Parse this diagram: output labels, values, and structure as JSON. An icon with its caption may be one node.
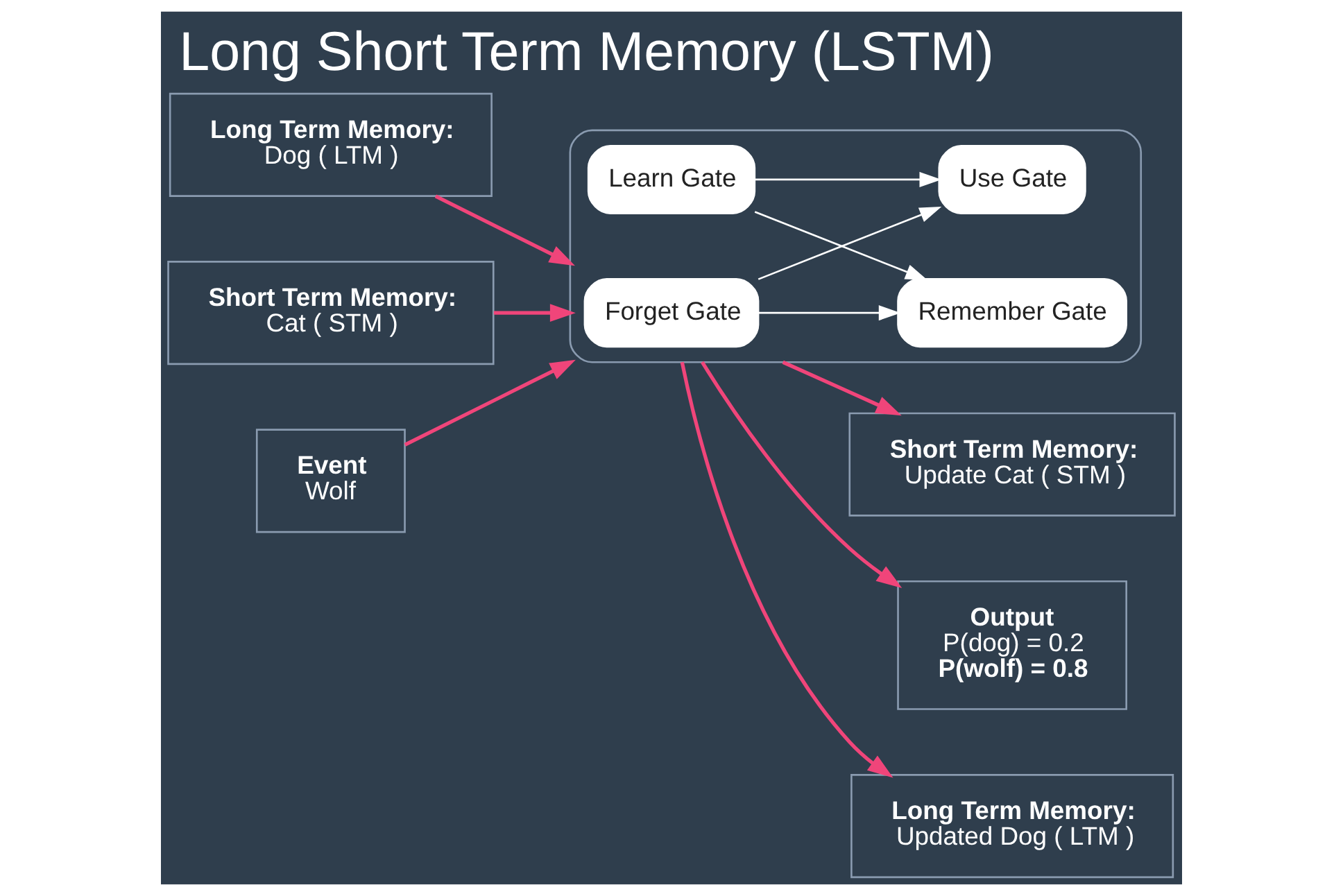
{
  "diagram": {
    "title": "Long Short Term Memory (LSTM)",
    "nodes": [
      {
        "text": [
          "Output",
          "P(dog) = 0.2",
          "P(wolf) = 0.8"
        ]
      },
      {
        "text": [
          "Long Term Memory:",
          "Dog ( LTM )"
        ]
      },
      {
        "text": [
          "Short Term Memory:",
          "Cat ( STM )"
        ]
      },
      {
        "text": [],
        "shape": "box"
      },
      {
        "text": [
          "Forget Gate"
        ],
        "in": 3
      },
      {
        "text": [
          "Remember Gate"
        ],
        "in": 3
      },
      {
        "text": [
          "Learn Gate"
        ],
        "in": 3
      },
      {
        "text": [
          "Use Gate"
        ],
        "in": 3
      },
      {
        "text": [
          "Long Term Memory:",
          "Updated Dog ( LTM )"
        ]
      },
      {
        "text": [
          "Short Term Memory:",
          "Update Cat ( STM )"
        ]
      },
      {
        "text": [
          "Event",
          "Wolf"
        ]
      }
    ],
    "edges": [
      {
        "from": 1,
        "to": 3,
        "arrow": "to"
      },
      {
        "from": 2,
        "to": 3,
        "arrow": "to"
      },
      {
        "from": 3,
        "to": 0,
        "arrow": "to"
      },
      {
        "from": 4,
        "to": 5,
        "arrow": "to",
        "color": "#ffffff"
      },
      {
        "from": 4,
        "to": 7,
        "arrow": "to",
        "color": "#ffffff"
      },
      {
        "from": 6,
        "to": 5,
        "arrow": "to",
        "color": "#ffffff"
      },
      {
        "from": 6,
        "to": 7,
        "arrow": "to",
        "color": "#ffffff"
      },
      {
        "from": 3,
        "to": 8,
        "arrow": "to"
      },
      {
        "from": 3,
        "to": 9,
        "arrow": "to"
      },
      {
        "from": 10,
        "to": 3,
        "arrow": "to"
      }
    ]
  }
}
